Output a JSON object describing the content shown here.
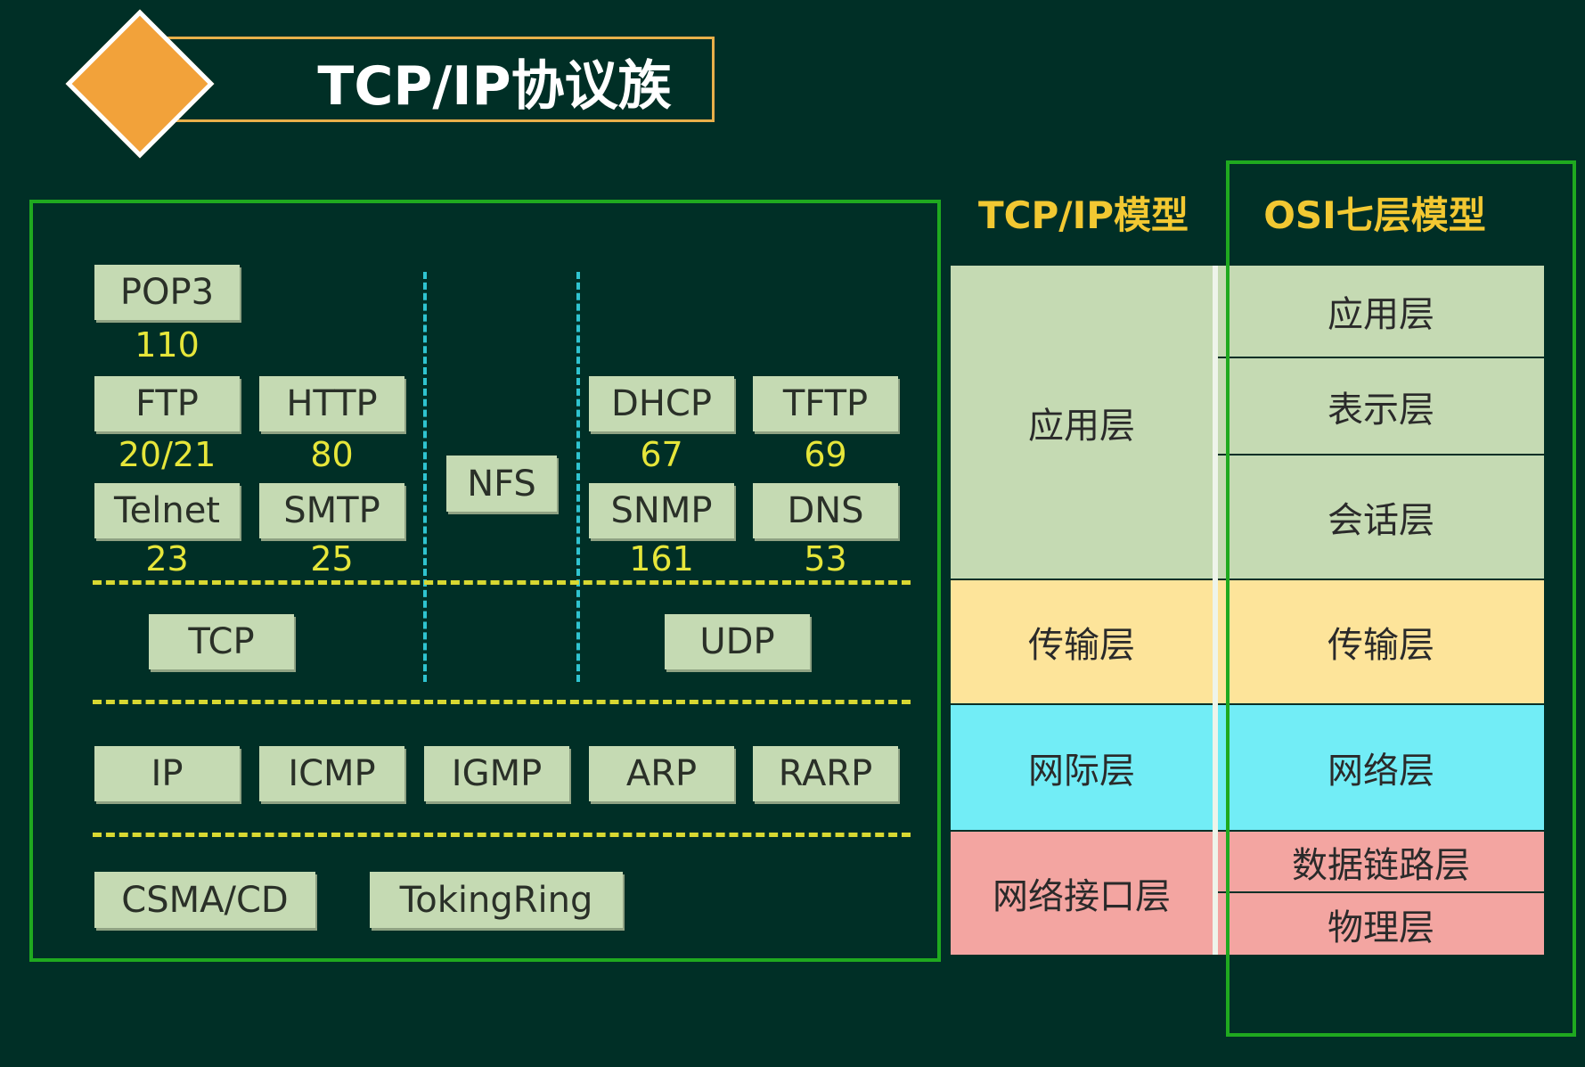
{
  "header": {
    "title": "TCP/IP协议族"
  },
  "colors": {
    "background": "#002f26",
    "accent_orange": "#f2a23a",
    "frame_green": "#1fa91f",
    "port_yellow": "#e6e63a",
    "heading_yellow": "#f2c832"
  },
  "protocols": {
    "application_left": [
      {
        "name": "POP3",
        "port": "110"
      },
      {
        "name": "FTP",
        "port": "20/21"
      },
      {
        "name": "HTTP",
        "port": "80"
      },
      {
        "name": "Telnet",
        "port": "23"
      },
      {
        "name": "SMTP",
        "port": "25"
      }
    ],
    "nfs": "NFS",
    "application_right": [
      {
        "name": "DHCP",
        "port": "67"
      },
      {
        "name": "TFTP",
        "port": "69"
      },
      {
        "name": "SNMP",
        "port": "161"
      },
      {
        "name": "DNS",
        "port": "53"
      }
    ],
    "transport": [
      "TCP",
      "UDP"
    ],
    "internet": [
      "IP",
      "ICMP",
      "IGMP",
      "ARP",
      "RARP"
    ],
    "link": [
      "CSMA/CD",
      "TokingRing"
    ]
  },
  "tcpip_model": {
    "heading": "TCP/IP模型",
    "layers": [
      "应用层",
      "传输层",
      "网际层",
      "网络接口层"
    ]
  },
  "osi_model": {
    "heading": "OSI七层模型",
    "layers": [
      "应用层",
      "表示层",
      "会话层",
      "传输层",
      "网络层",
      "数据链路层",
      "物理层"
    ]
  }
}
